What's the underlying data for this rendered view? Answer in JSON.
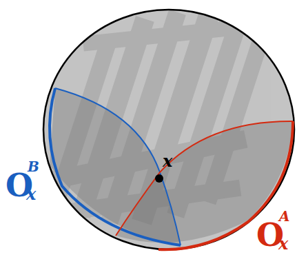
{
  "diagram": {
    "labels": [
      "x",
      "O",
      "B",
      "x",
      "O",
      "A",
      "x"
    ]
  }
}
